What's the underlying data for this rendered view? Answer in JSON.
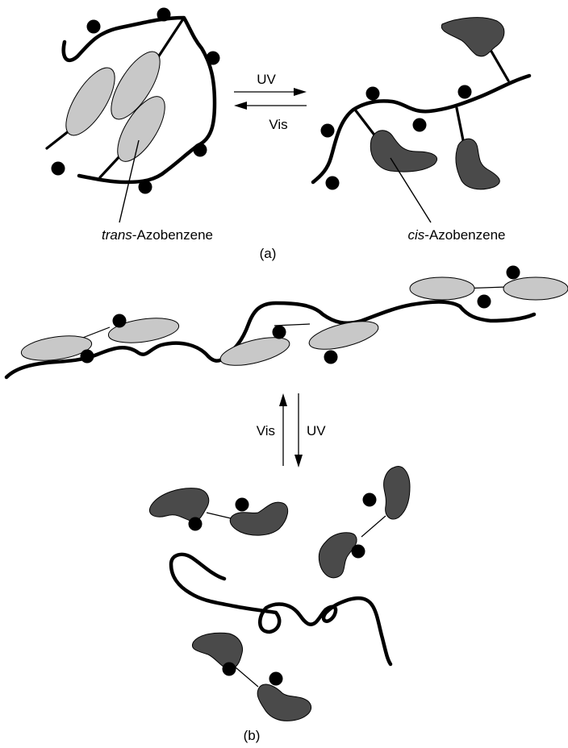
{
  "panel_a": {
    "label": "(a)",
    "forward_arrow_label": "UV",
    "reverse_arrow_label": "Vis",
    "trans_label_italic": "trans",
    "trans_label_rest": "-Azobenzene",
    "cis_label_italic": "cis",
    "cis_label_rest": "-Azobenzene"
  },
  "panel_b": {
    "label": "(b)",
    "up_arrow_label": "Vis",
    "down_arrow_label": "UV"
  },
  "colors": {
    "trans_fill": "#c8c8c8",
    "cis_fill": "#4a4a4a",
    "chain": "#000000"
  }
}
